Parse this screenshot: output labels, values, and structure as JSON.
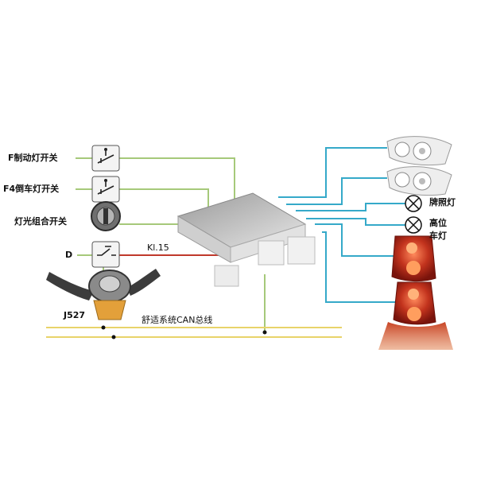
{
  "labels": {
    "brake_light_switch": "F制动灯开关",
    "reverse_light_switch": "F4倒车灯开关",
    "light_combo_switch": "灯光组合开关",
    "d_label": "D",
    "kl15": "Kl.15",
    "j527": "J527",
    "can_bus": "舒适系统CAN总线",
    "license_plate_light": "牌照灯",
    "high_brake_light": "高位",
    "high_brake_light_2": "车灯"
  },
  "colors": {
    "green_wire": "#a6c97a",
    "cyan_wire": "#35a9c9",
    "red_wire": "#c0392b",
    "can_bus_yellow": "#e8d36a",
    "taillight_red": "#b8321f",
    "module_grey": "#d9d9d9"
  }
}
